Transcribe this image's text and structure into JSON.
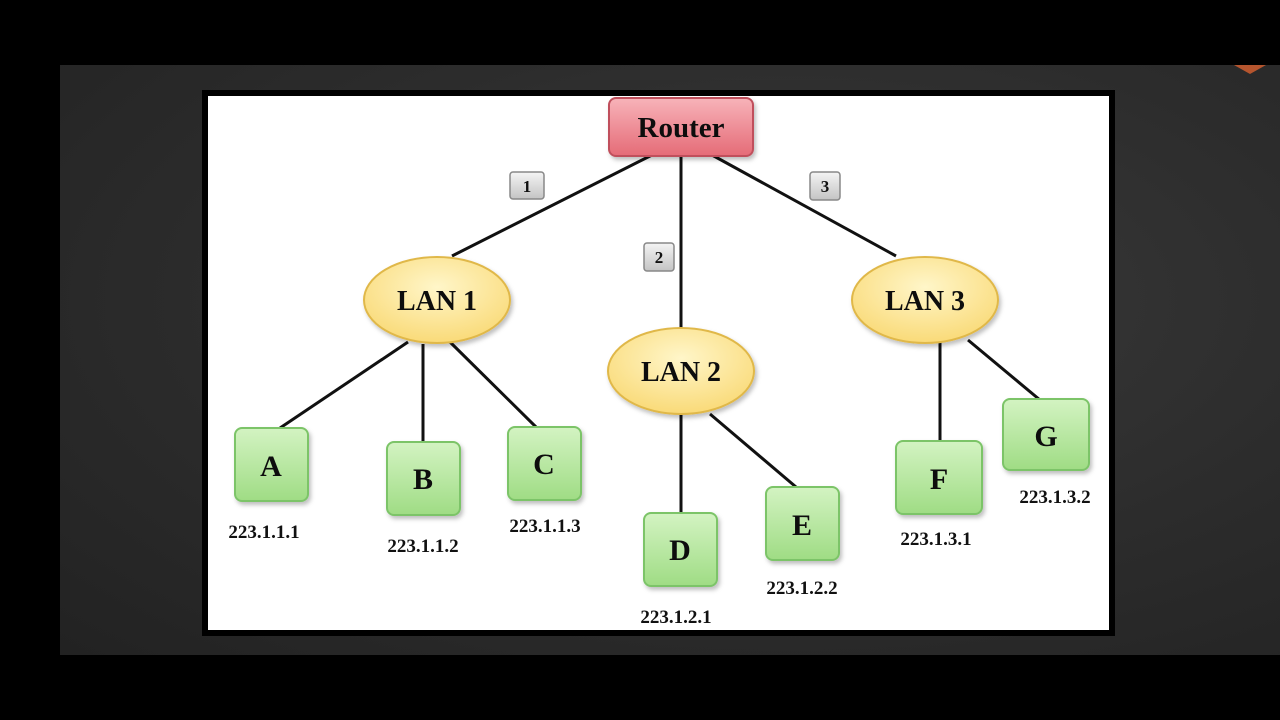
{
  "colors": {
    "router_fill": "#f08a94",
    "router_stroke": "#c0505c",
    "lan_fill": "#fde68a",
    "lan_stroke": "#e0b84a",
    "host_fill": "#b4e69c",
    "host_stroke": "#7cc468",
    "badge_fill": "#dcdcdc",
    "link_color": "#111111"
  },
  "router": {
    "label": "Router"
  },
  "ports": [
    "1",
    "2",
    "3"
  ],
  "lans": [
    {
      "label": "LAN 1"
    },
    {
      "label": "LAN 2"
    },
    {
      "label": "LAN 3"
    }
  ],
  "hosts": [
    {
      "label": "A",
      "ip": "223.1.1.1"
    },
    {
      "label": "B",
      "ip": "223.1.1.2"
    },
    {
      "label": "C",
      "ip": "223.1.1.3"
    },
    {
      "label": "D",
      "ip": "223.1.2.1"
    },
    {
      "label": "E",
      "ip": "223.1.2.2"
    },
    {
      "label": "F",
      "ip": "223.1.3.1"
    },
    {
      "label": "G",
      "ip": "223.1.3.2"
    }
  ]
}
